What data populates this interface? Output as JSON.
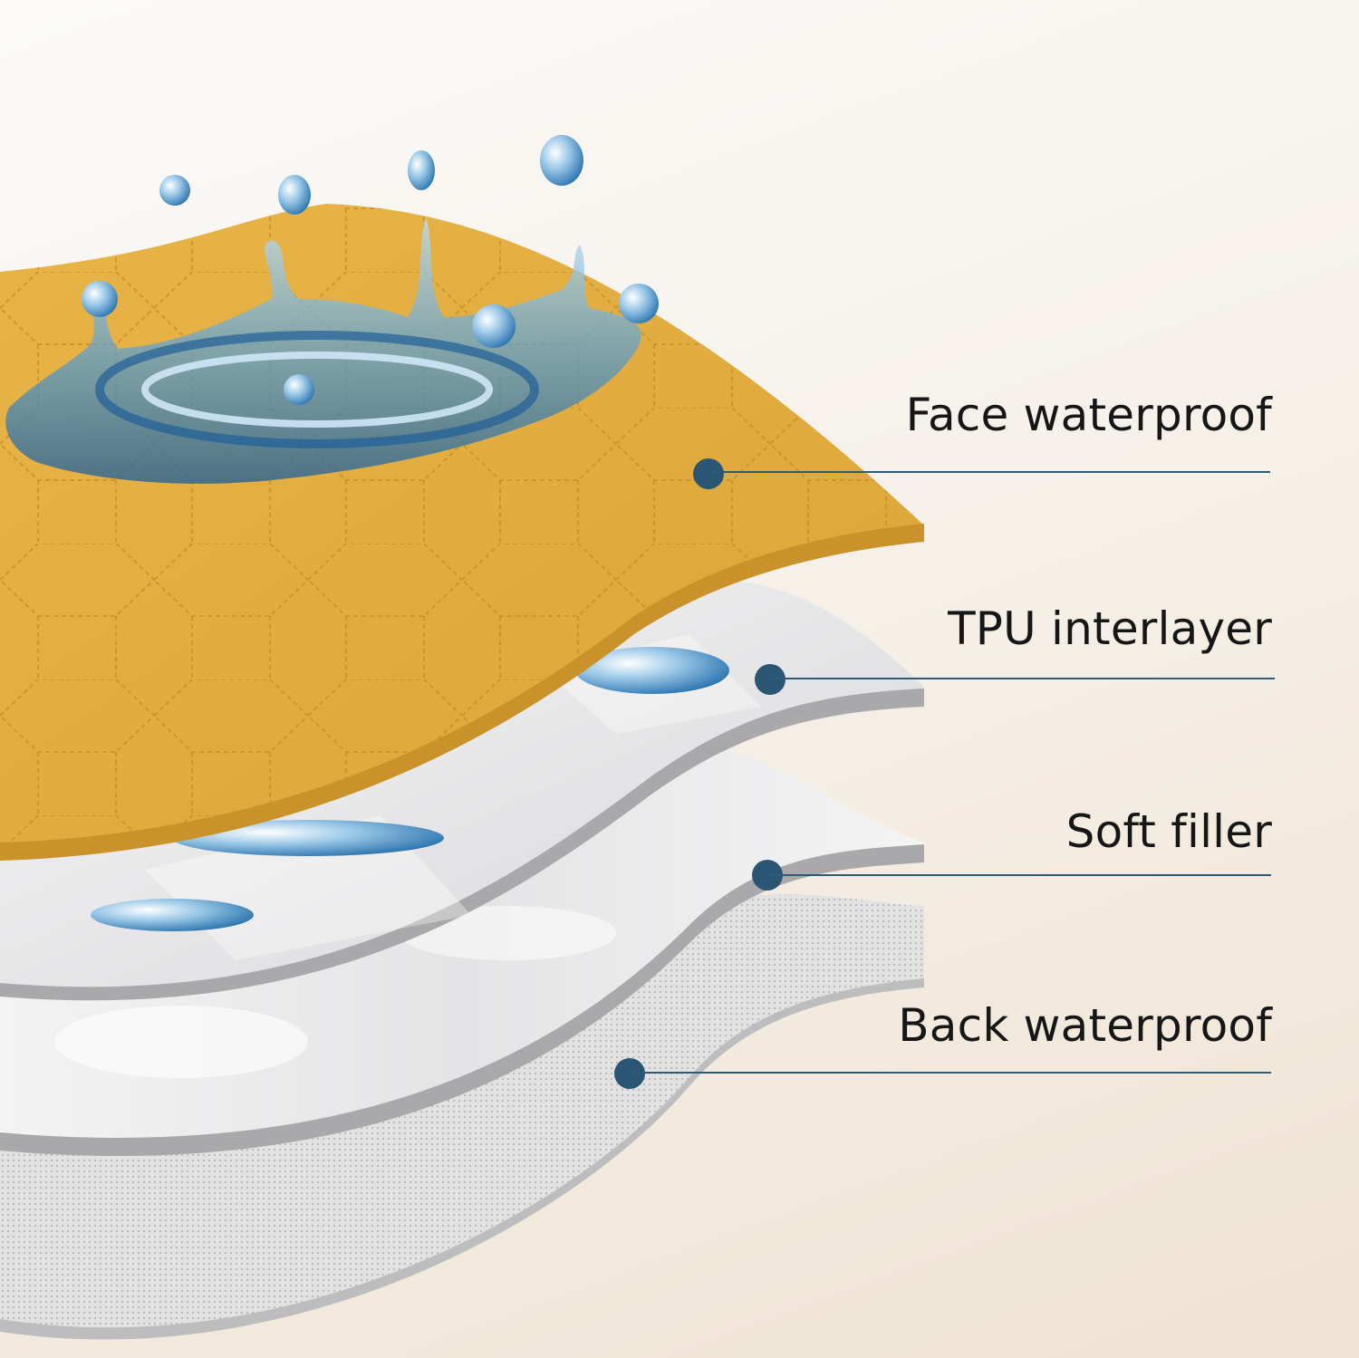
{
  "layers": [
    {
      "label": "Face waterproof",
      "color": "#e3ad3c"
    },
    {
      "label": "TPU interlayer",
      "color": "#e9e9ea"
    },
    {
      "label": "Soft filler",
      "color": "#ededee"
    },
    {
      "label": "Back waterproof",
      "color": "#d9d9da"
    }
  ],
  "colors": {
    "marker": "#2a5674",
    "leader_line": "#2e5a76",
    "water": "#4d94c8",
    "face_edge": "#c9922a",
    "sheet_edge": "#a9a9ab"
  },
  "icons": [
    "water-splash-icon",
    "water-droplet-icon"
  ]
}
